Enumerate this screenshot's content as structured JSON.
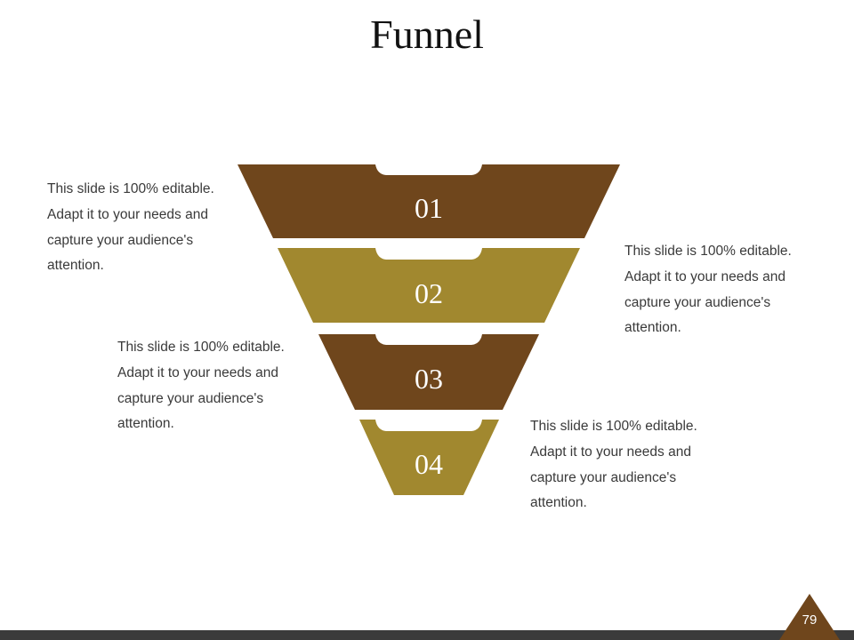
{
  "title": "Funnel",
  "colors": {
    "dark_brown": "#6f461c",
    "olive_gold": "#a1882f",
    "footer": "#3b3b3b"
  },
  "steps": [
    {
      "number": "01",
      "color": "#6f461c"
    },
    {
      "number": "02",
      "color": "#a1882f"
    },
    {
      "number": "03",
      "color": "#6f461c"
    },
    {
      "number": "04",
      "color": "#a1882f"
    }
  ],
  "descriptions": [
    {
      "lines": [
        "This slide is 100% editable.",
        "Adapt it to your needs and",
        "capture your audience's",
        "attention."
      ]
    },
    {
      "lines": [
        "This slide is 100% editable.",
        "Adapt it to your needs and",
        "capture your audience's",
        "attention."
      ]
    },
    {
      "lines": [
        "This slide is 100% editable.",
        "Adapt it to your needs and",
        "capture your audience's",
        "attention."
      ]
    },
    {
      "lines": [
        "This slide is 100% editable.",
        "Adapt it to your needs and",
        "capture your audience's",
        "attention."
      ]
    }
  ],
  "page_number": "79"
}
